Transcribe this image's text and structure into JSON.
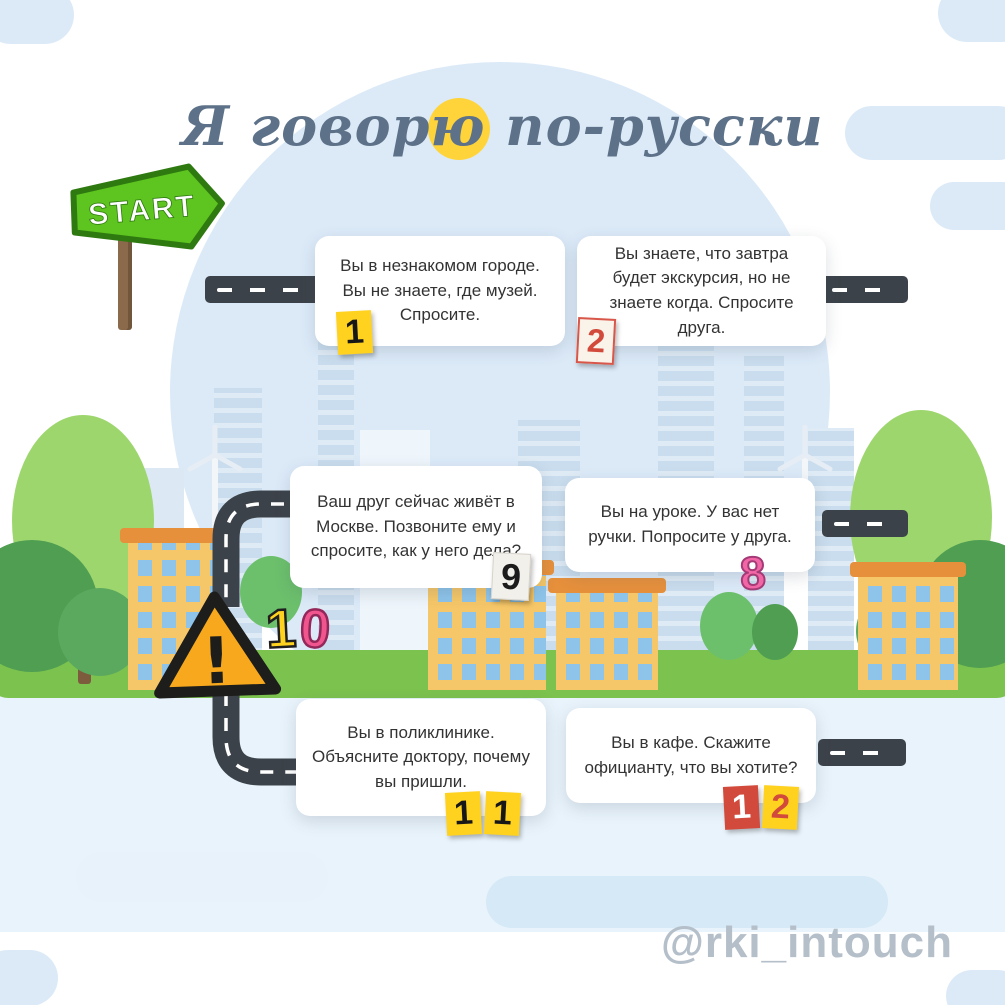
{
  "page": {
    "title": "Я говорю по-русски",
    "watermark": "@rki_intouch"
  },
  "start_sign": {
    "label": "START"
  },
  "hazard_sign": {
    "number": "10",
    "digits": [
      "1",
      "0"
    ],
    "symbol": "!"
  },
  "cards": [
    {
      "number": "1",
      "text": "Вы в незнакомом городе. Вы не знаете, где музей. Спросите."
    },
    {
      "number": "2",
      "text": "Вы знаете, что завтра будет экскурсия, но не знаете когда. Спросите друга."
    },
    {
      "number": "9",
      "text": "Ваш друг сейчас живёт в Москве. Позвоните ему и спросите, как у него дела?"
    },
    {
      "number": "8",
      "text": "Вы на уроке. У вас нет ручки. Попросите у друга."
    },
    {
      "number": "11",
      "digits": [
        "1",
        "1"
      ],
      "text": "Вы в поликлинике. Объясните доктору, почему вы пришли."
    },
    {
      "number": "12",
      "digits": [
        "1",
        "2"
      ],
      "text": "Вы в кафе. Скажите официанту, что вы хотите?"
    }
  ],
  "colors": {
    "road": "#3c4249",
    "sign_green": "#5ec41f",
    "accent_yellow": "#ffd21f",
    "accent_red": "#d24a3b",
    "accent_pink": "#f266a6",
    "title_text": "#5d7289",
    "sky_blue": "#dceaf8",
    "hazard_orange": "#f7a81c"
  }
}
